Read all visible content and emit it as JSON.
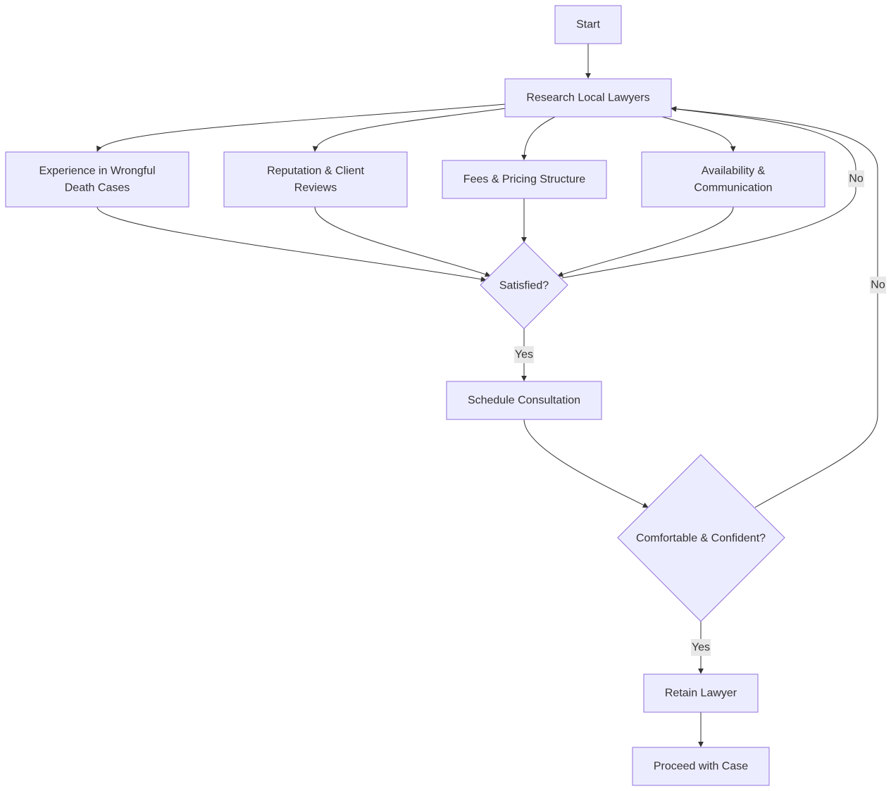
{
  "nodes": {
    "start": "Start",
    "research": "Research Local Lawyers",
    "experience_l1": "Experience in Wrongful",
    "experience_l2": "Death Cases",
    "reputation_l1": "Reputation & Client",
    "reputation_l2": "Reviews",
    "fees": "Fees & Pricing Structure",
    "availability_l1": "Availability &",
    "availability_l2": "Communication",
    "satisfied": "Satisfied?",
    "schedule": "Schedule Consultation",
    "comfortable": "Comfortable & Confident?",
    "retain": "Retain Lawyer",
    "proceed": "Proceed with Case"
  },
  "edge_labels": {
    "satisfied_yes": "Yes",
    "satisfied_no": "No",
    "comfortable_yes": "Yes",
    "comfortable_no": "No"
  },
  "colors": {
    "node_fill": "#ececff",
    "node_stroke": "#9370db",
    "edge": "#333333",
    "label_bg": "#e8e8e8",
    "text": "#333333"
  }
}
